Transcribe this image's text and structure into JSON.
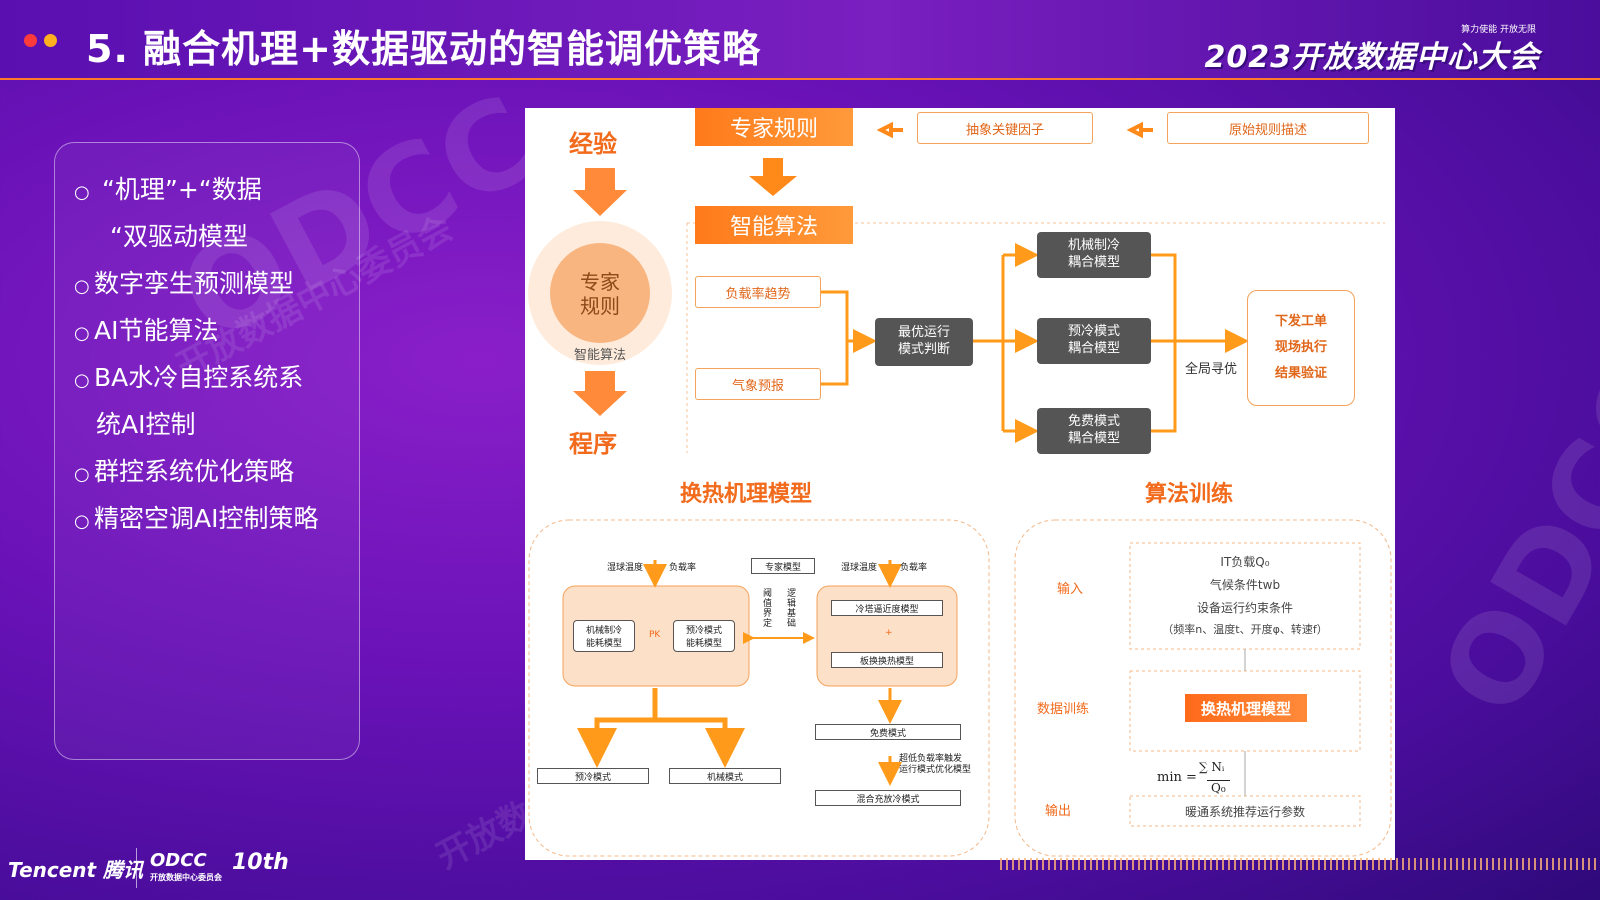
{
  "header": {
    "title": "5. 融合机理+数据驱动的智能调优策略",
    "brand": "2023开放数据中心大会",
    "brand_sub": "算力使能 开放无限",
    "dot_colors": [
      "#ff3b3b",
      "#ffb020"
    ]
  },
  "watermark": {
    "logo": "ODCC",
    "text": "开放数据中心委员会"
  },
  "bullets": [
    {
      "icon": "circle-bullet",
      "lines": [
        "“机理”+“数据",
        "“双驱动模型"
      ]
    },
    {
      "icon": "circle-bullet",
      "lines": [
        "数字孪生预测模型"
      ]
    },
    {
      "icon": "circle-bullet",
      "lines": [
        "AI节能算法"
      ]
    },
    {
      "icon": "circle-bullet",
      "lines": [
        "BA水冷自控系统系",
        "统AI控制"
      ]
    },
    {
      "icon": "circle-bullet",
      "lines": [
        "群控系统优化策略"
      ]
    },
    {
      "icon": "circle-bullet",
      "lines": [
        "精密空调AI控制策略"
      ]
    }
  ],
  "diagram": {
    "left": {
      "experience": "经验",
      "circle": "专家\n规则",
      "algo": "智能算法",
      "program": "程序"
    },
    "top": {
      "expert_rules": "专家规则",
      "abstract": "抽象关键因子",
      "raw": "原始规则描述",
      "smart_algo": "智能算法",
      "load_trend": "负载率趋势",
      "weather": "气象预报",
      "optimal": "最优运行\n模式判断",
      "mech": "机械制冷\n耦合模型",
      "precool": "预冷模式\n耦合模型",
      "free": "免费模式\n耦合模型",
      "global": "全局寻优",
      "out1": "下发工单",
      "out2": "现场执行",
      "out3": "结果验证"
    },
    "heat_title": "换热机理模型",
    "train_title": "算法训练",
    "heat": {
      "wet1": "湿球温度",
      "load1": "负载率",
      "expert_model": "专家模型",
      "mech_energy": "机械制冷\n能耗模型",
      "pk": "PK",
      "precool_energy": "预冷模式\n能耗模型",
      "threshold": "阈值界定",
      "logic": "逻辑基础",
      "wet2": "湿球温度",
      "load2": "负载率",
      "tower": "冷塔逼近度模型",
      "plus": "+",
      "plate": "板换换热模型",
      "free_mode": "免费模式",
      "ultra_low": "超低负载率触发\n运行模式优化模型",
      "mixed": "混合充放冷模式",
      "precool_mode": "预冷模式",
      "mech_mode": "机械模式"
    },
    "train": {
      "input": "输入",
      "it_load": "IT负载Q₀",
      "climate": "气候条件twb",
      "constraint": "设备运行约束条件",
      "params": "（频率n、温度t、开度φ、转速f）",
      "data_train": "数据训练",
      "model": "换热机理模型",
      "formula_min": "min =",
      "formula_num": "∑ Nᵢ",
      "formula_den": "Q₀",
      "output": "输出",
      "result": "暖通系统推荐运行参数"
    }
  },
  "footer": {
    "tencent": "Tencent 腾讯",
    "odcc": "ODCC",
    "odcc_sub": "开放数据中心委员会",
    "ten": "10th"
  }
}
